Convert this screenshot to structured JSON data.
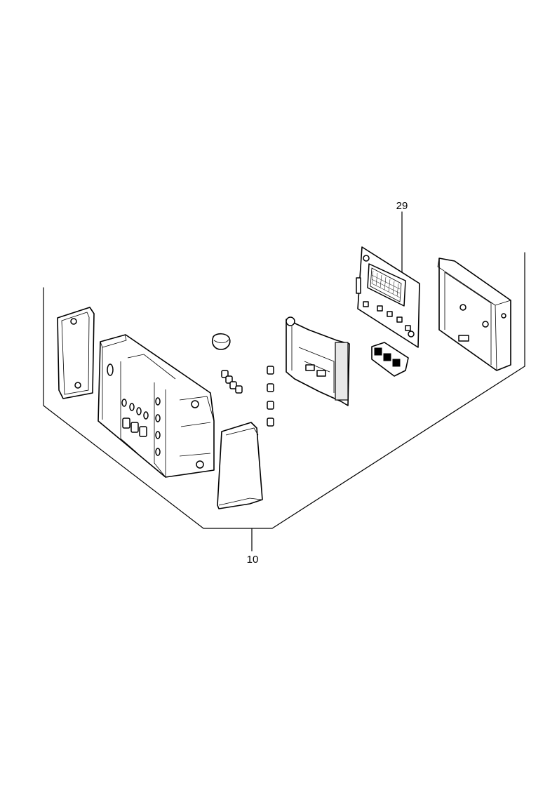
{
  "diagram": {
    "callouts": [
      {
        "id": "29",
        "label": "29"
      },
      {
        "id": "10",
        "label": "10"
      }
    ]
  }
}
